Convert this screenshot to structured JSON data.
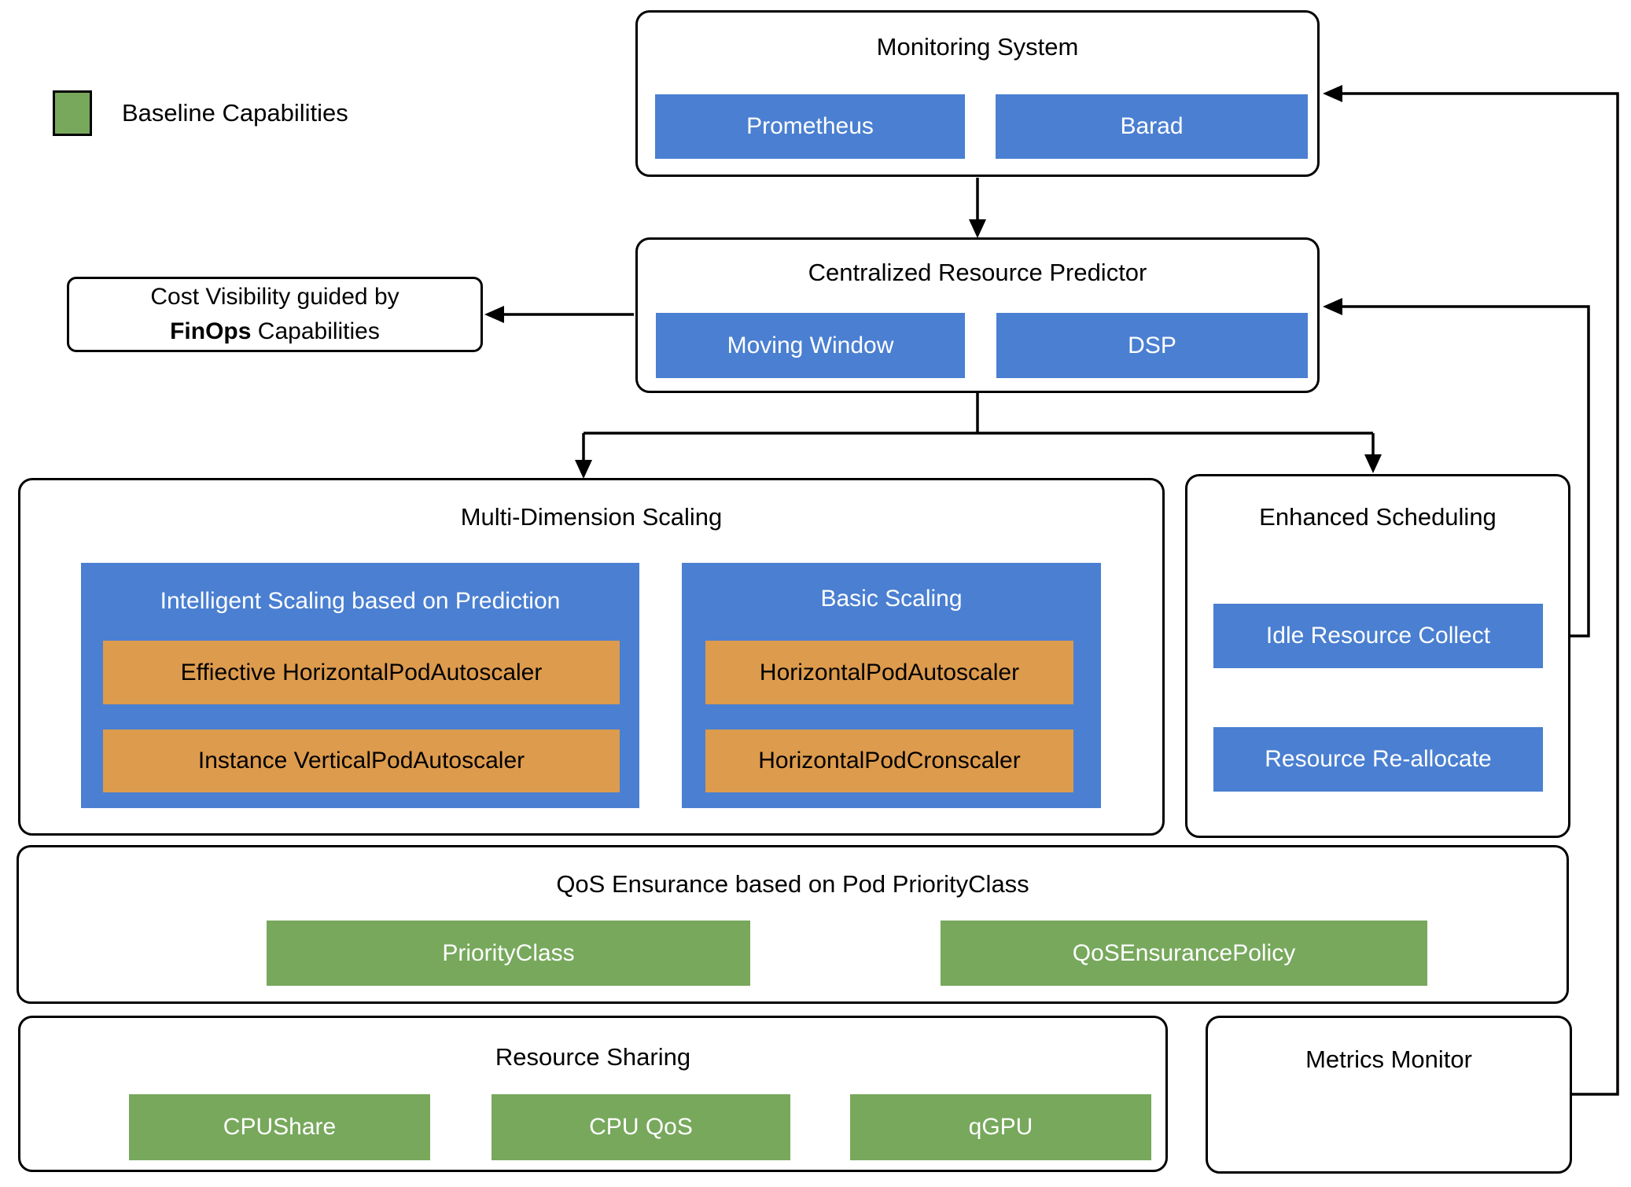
{
  "colors": {
    "blue": "#4a7fd1",
    "green": "#77a85c",
    "orange": "#dd9b4d"
  },
  "legend": {
    "label": "Baseline Capabilities"
  },
  "monitoring": {
    "title": "Monitoring System",
    "items": [
      "Prometheus",
      "Barad"
    ]
  },
  "predictor": {
    "title": "Centralized Resource Predictor",
    "items": [
      "Moving Window",
      "DSP"
    ]
  },
  "cost_visibility": {
    "line1": "Cost Visibility guided by",
    "bold": "FinOps",
    "line2_rest": " Capabilities"
  },
  "mds": {
    "title": "Multi-Dimension Scaling",
    "intelligent": {
      "title": "Intelligent Scaling based on Prediction",
      "items": [
        "Effiective HorizontalPodAutoscaler",
        "Instance VerticalPodAutoscaler"
      ]
    },
    "basic": {
      "title": "Basic Scaling",
      "items": [
        "HorizontalPodAutoscaler",
        "HorizontalPodCronscaler"
      ]
    }
  },
  "enhanced_scheduling": {
    "title": "Enhanced Scheduling",
    "items": [
      "Idle Resource Collect",
      "Resource Re-allocate"
    ]
  },
  "qos": {
    "title": "QoS Ensurance based on Pod PriorityClass",
    "items": [
      "PriorityClass",
      "QoSEnsurancePolicy"
    ]
  },
  "resource_sharing": {
    "title": "Resource Sharing",
    "items": [
      "CPUShare",
      "CPU QoS",
      "qGPU"
    ]
  },
  "metrics_monitor": {
    "title": "Metrics Monitor"
  }
}
